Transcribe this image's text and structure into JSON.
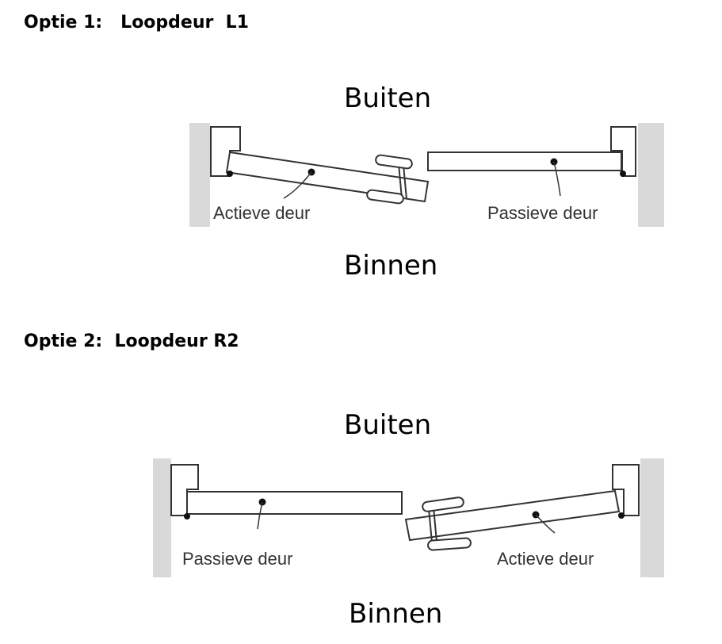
{
  "option1": {
    "heading": "Optie 1:   Loopdeur  L1",
    "outside": "Buiten",
    "inside": "Binnen",
    "active_label": "Actieve deur",
    "passive_label": "Passieve deur"
  },
  "option2": {
    "heading": "Optie 2:  Loopdeur R2",
    "outside": "Buiten",
    "inside": "Binnen",
    "passive_label": "Passieve deur",
    "active_label": "Actieve deur"
  },
  "colors": {
    "wall": "#d9d9d9",
    "line": "#333333"
  }
}
